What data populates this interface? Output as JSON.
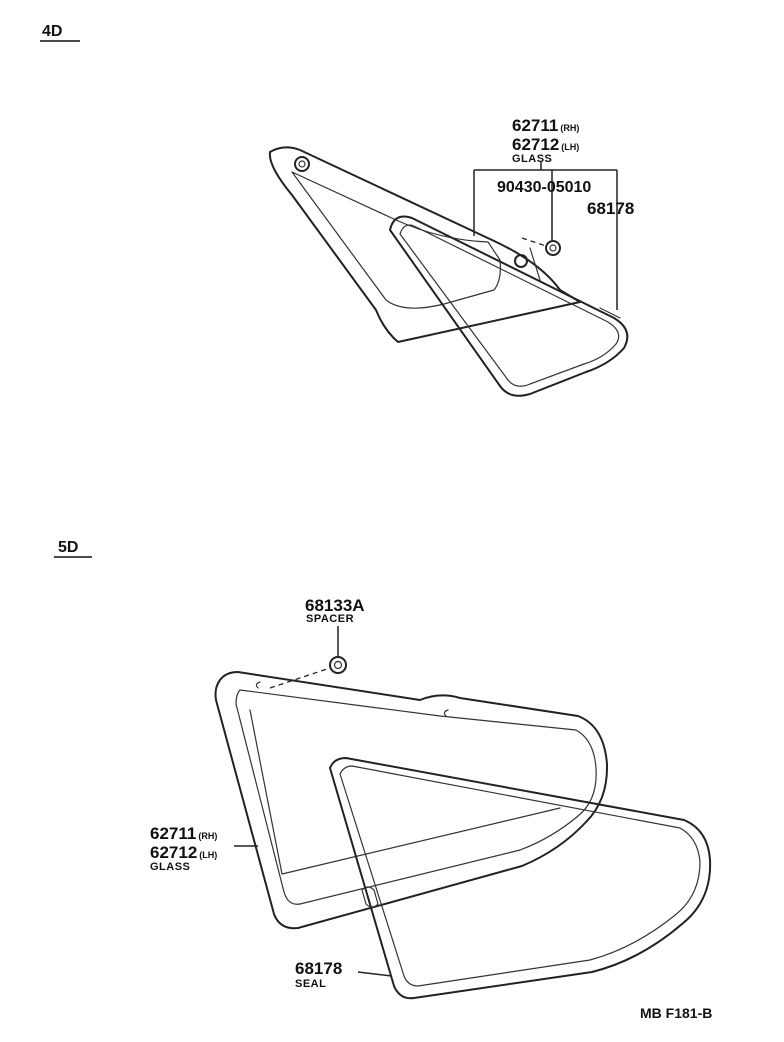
{
  "sections": {
    "four_door": {
      "label": "4D"
    },
    "five_door": {
      "label": "5D"
    }
  },
  "four_door_parts": {
    "glass": {
      "number_rh": "62711",
      "suffix_rh": "(RH)",
      "number_lh": "62712",
      "suffix_lh": "(LH)",
      "name": "GLASS"
    },
    "spacer": {
      "number": "90430-05010"
    },
    "seal": {
      "number": "68178"
    }
  },
  "five_door_parts": {
    "spacer": {
      "number": "68133A",
      "name": "SPACER"
    },
    "glass": {
      "number_rh": "62711",
      "suffix_rh": "(RH)",
      "number_lh": "62712",
      "suffix_lh": "(LH)",
      "name": "GLASS"
    },
    "seal": {
      "number": "68178",
      "name": "SEAL"
    }
  },
  "drawing_ref": "MB F181-B"
}
